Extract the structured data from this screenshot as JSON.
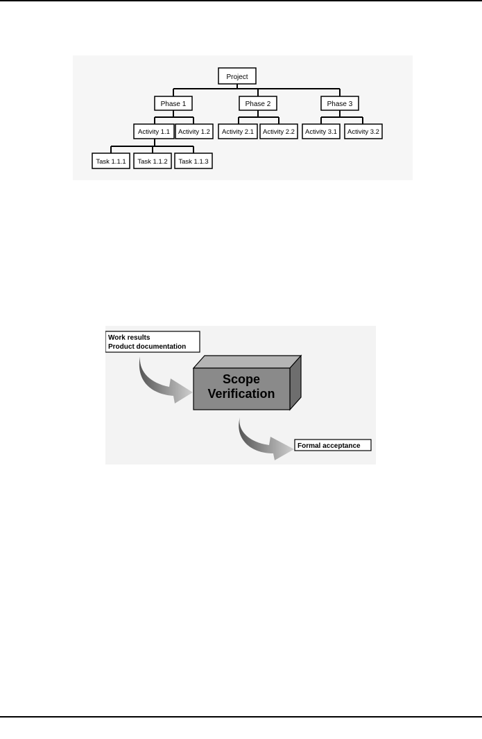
{
  "wbs": {
    "root": "Project",
    "phases": [
      {
        "label": "Phase 1",
        "activities": [
          {
            "label": "Activity 1.1",
            "tasks": [
              "Task 1.1.1",
              "Task 1.1.2",
              "Task 1.1.3"
            ]
          },
          {
            "label": "Activity 1.2",
            "tasks": []
          }
        ]
      },
      {
        "label": "Phase 2",
        "activities": [
          {
            "label": "Activity 2.1",
            "tasks": []
          },
          {
            "label": "Activity 2.2",
            "tasks": []
          }
        ]
      },
      {
        "label": "Phase 3",
        "activities": [
          {
            "label": "Activity 3.1",
            "tasks": []
          },
          {
            "label": "Activity 3.2",
            "tasks": []
          }
        ]
      }
    ]
  },
  "scope": {
    "input_lines": [
      "Work results",
      "Product documentation"
    ],
    "process_lines": [
      "Scope",
      "Verification"
    ],
    "output": "Formal acceptance"
  }
}
